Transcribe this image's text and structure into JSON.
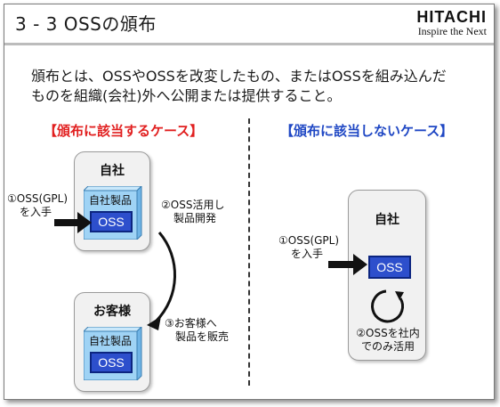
{
  "header": {
    "title": "3 - 3  OSSの頒布",
    "logo_main": "HITACHI",
    "logo_sub": "Inspire the Next"
  },
  "description": {
    "line1": "頒布とは、OSSやOSSを改変したもの、またはOSSを組み込んだ",
    "line2": "ものを組織(会社)外へ公開または提供すること。"
  },
  "left": {
    "heading": "【頒布に該当するケース】",
    "company_label": "自社",
    "company_product_label": "自社製品",
    "company_oss_label": "OSS",
    "customer_label": "お客様",
    "customer_product_label": "自社製品",
    "customer_oss_label": "OSS",
    "step1_line1": "①OSS(GPL)",
    "step1_line2": "を入手",
    "step2_line1": "②OSS活用し",
    "step2_line2": "製品開発",
    "step3_line1": "③お客様へ",
    "step3_line2": "製品を販売"
  },
  "right": {
    "heading": "【頒布に該当しないケース】",
    "company_label": "自社",
    "oss_label": "OSS",
    "step1_line1": "①OSS(GPL)",
    "step1_line2": "を入手",
    "step2_line1": "②OSSを社内",
    "step2_line2": "でのみ活用"
  },
  "colors": {
    "red_heading": "#e11f1f",
    "blue_heading": "#1f47c4",
    "oss_blue": "#2d4fcc",
    "cube_blue": "#9fd3f5"
  }
}
